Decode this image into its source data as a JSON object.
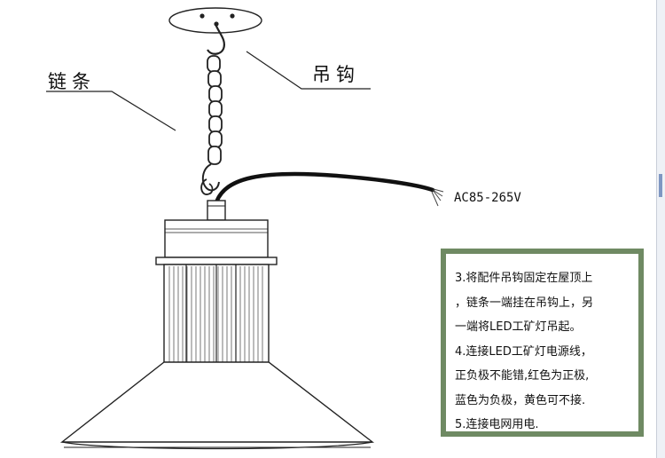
{
  "labels": {
    "chain": "链条",
    "hook": "吊钩",
    "voltage": "AC85-265V"
  },
  "instructions": {
    "lines": [
      "3.将配件吊钩固定在屋顶上",
      "，链条一端挂在吊钩上，另",
      "一端将LED工矿灯吊起。",
      "4.连接LED工矿灯电源线，",
      "正负极不能错,红色为正极,",
      "蓝色为负极，黄色可不接.",
      "5.连接电网用电."
    ]
  },
  "colors": {
    "box_border": "#6f8a63",
    "line": "#222222",
    "cable": "#111111"
  }
}
